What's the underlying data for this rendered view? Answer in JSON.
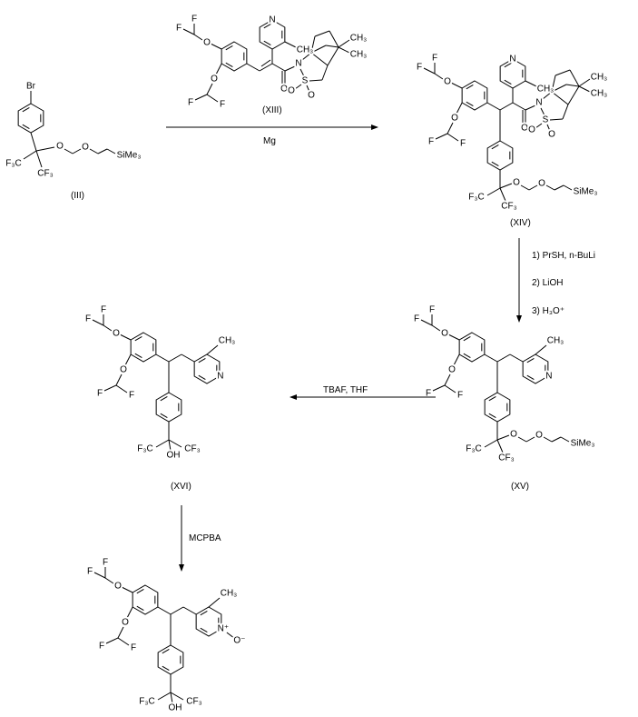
{
  "compounds": {
    "III": "(III)",
    "XIII": "(XIII)",
    "XIV": "(XIV)",
    "XV": "(XV)",
    "XVI": "(XVI)"
  },
  "reagents": {
    "step1": "Mg",
    "step2": [
      "1) PrSH, n-BuLi",
      "2) LiOH",
      "3) H₃O⁺"
    ],
    "step3": "TBAF, THF",
    "step4": "MCPBA"
  },
  "atoms": {
    "Br": "Br",
    "F": "F",
    "O": "O",
    "N": "N",
    "S": "S",
    "CH3": "CH₃",
    "CF3": "CF₃",
    "F3C": "F₃C",
    "SiMe3": "SiMe₃",
    "OH": "OH",
    "Nplus": "N⁺",
    "Ominus": "O⁻"
  }
}
